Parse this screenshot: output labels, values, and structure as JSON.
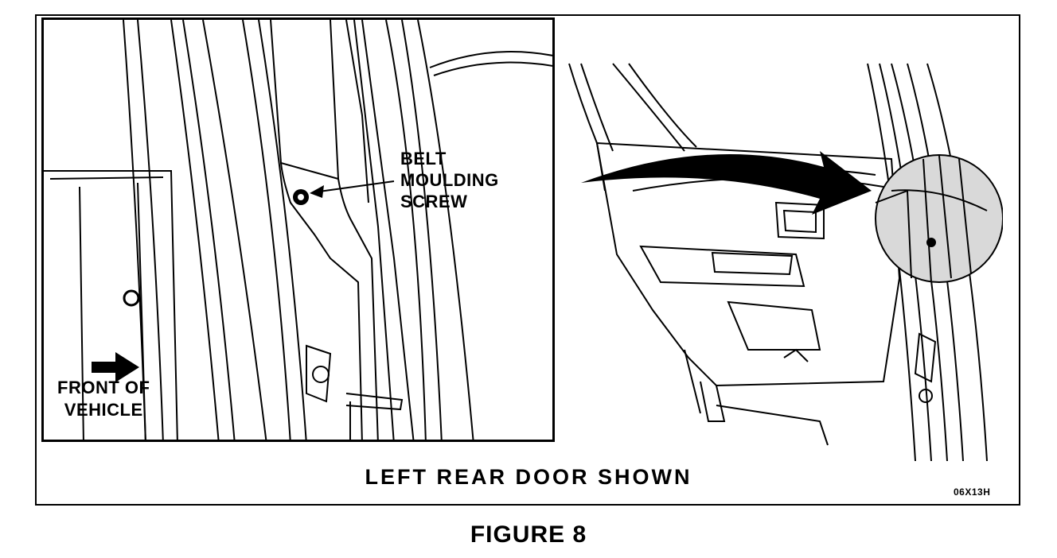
{
  "inset": {
    "belt_label_lines": [
      "BELT",
      "MOULDING",
      "SCREW"
    ],
    "front_label_lines": [
      "FRONT OF",
      "VEHICLE"
    ]
  },
  "caption": "LEFT REAR DOOR SHOWN",
  "code": "06X13H",
  "figure_title": "FIGURE 8",
  "icons": {
    "arrow": "curved-arrow-icon",
    "pointer": "leader-arrow-icon",
    "front": "front-arrow-icon"
  }
}
